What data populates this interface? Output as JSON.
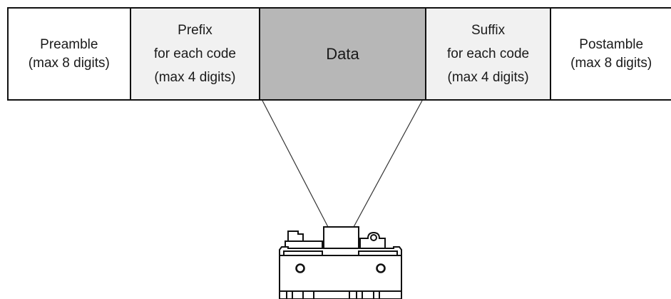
{
  "segments": {
    "preamble": {
      "lines": [
        "Preamble",
        "(max 8 digits)"
      ]
    },
    "prefix": {
      "lines": [
        "Prefix",
        "for each code",
        "(max 4 digits)"
      ]
    },
    "data": {
      "lines": [
        "Data"
      ]
    },
    "suffix": {
      "lines": [
        "Suffix",
        "for each code",
        "(max 4 digits)"
      ]
    },
    "postamble": {
      "lines": [
        "Postamble",
        "(max 8 digits)"
      ]
    }
  },
  "colors": {
    "border": "#111111",
    "prefix_fill": "#f1f1f1",
    "data_fill": "#b7b7b7",
    "suffix_fill": "#f1f1f1"
  },
  "icons": {
    "scanner": "barcode-scanner-icon"
  }
}
